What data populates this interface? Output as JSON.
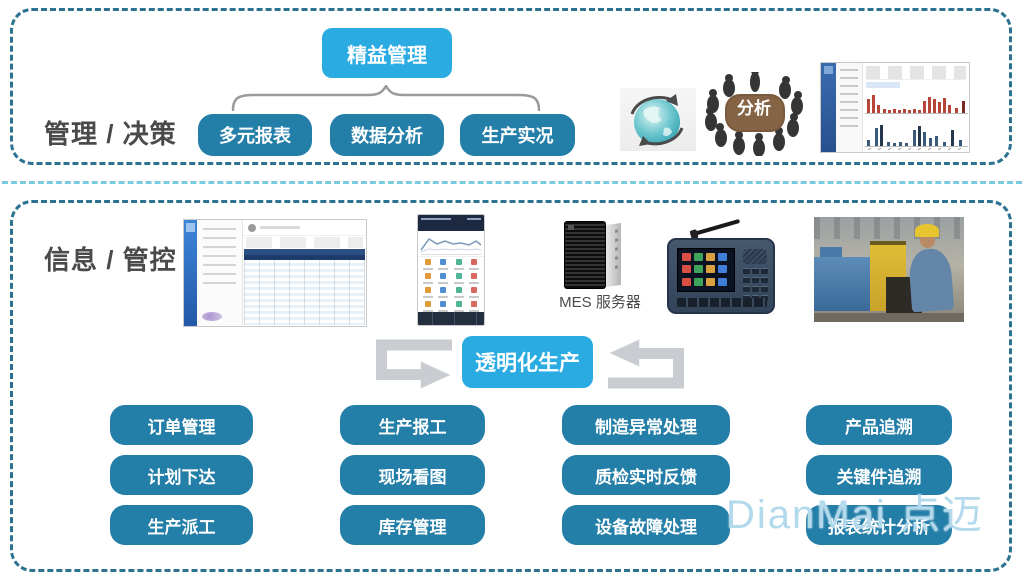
{
  "sections": {
    "top": {
      "label": "管理 / 决策",
      "lean_title": "精益管理",
      "nodes": [
        "多元报表",
        "数据分析",
        "生产实况"
      ],
      "analysis_badge": "分析"
    },
    "bottom": {
      "label": "信息 / 管控",
      "server_caption": "MES 服务器",
      "center_title": "透明化生产",
      "feature_columns": [
        [
          "订单管理",
          "计划下达",
          "生产派工"
        ],
        [
          "生产报工",
          "现场看图",
          "库存管理"
        ],
        [
          "制造异常处理",
          "质检实时反馈",
          "设备故障处理"
        ],
        [
          "产品追溯",
          "关键件追溯",
          "报表统计分析"
        ]
      ]
    }
  },
  "watermark": "DianMai 点迈",
  "colors": {
    "accent_light_blue": "#2aabe2",
    "accent_teal": "#237ea8",
    "frame_dash": "#2d7391",
    "divider_dash": "#79ccdf",
    "arrow_gray": "#c9cdd1",
    "label_gray": "#4a4a4a"
  }
}
